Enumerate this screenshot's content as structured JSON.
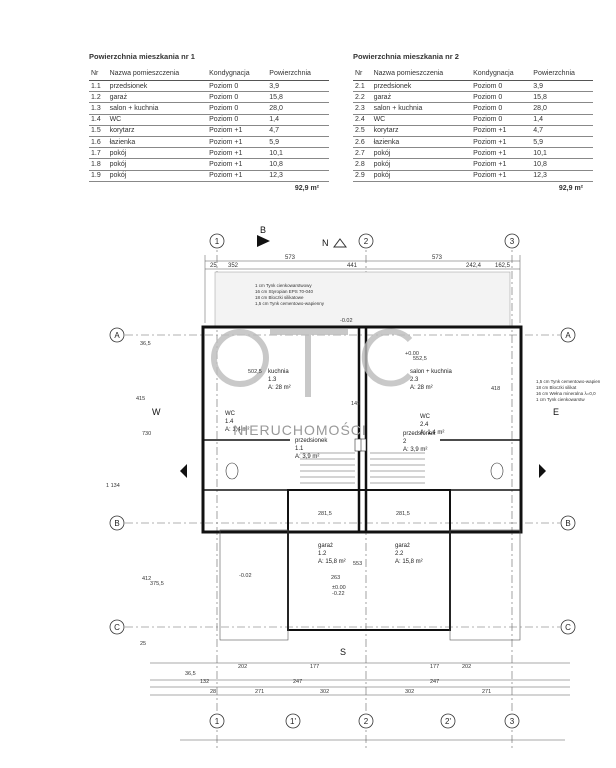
{
  "table1": {
    "title": "Powierzchnia mieszkania nr 1",
    "headers": [
      "Nr",
      "Nazwa pomieszczenia",
      "Kondygnacja",
      "Powierzchnia"
    ],
    "rows": [
      [
        "1.1",
        "przedsionek",
        "Poziom 0",
        "3,9"
      ],
      [
        "1.2",
        "garaż",
        "Poziom 0",
        "15,8"
      ],
      [
        "1.3",
        "salon + kuchnia",
        "Poziom 0",
        "28,0"
      ],
      [
        "1.4",
        "WC",
        "Poziom 0",
        "1,4"
      ],
      [
        "1.5",
        "korytarz",
        "Poziom +1",
        "4,7"
      ],
      [
        "1.6",
        "łazienka",
        "Poziom +1",
        "5,9"
      ],
      [
        "1.7",
        "pokój",
        "Poziom +1",
        "10,1"
      ],
      [
        "1.8",
        "pokój",
        "Poziom +1",
        "10,8"
      ],
      [
        "1.9",
        "pokój",
        "Poziom +1",
        "12,3"
      ]
    ],
    "total": "92,9 m²"
  },
  "table2": {
    "title": "Powierzchnia mieszkania nr 2",
    "headers": [
      "Nr",
      "Nazwa pomieszczenia",
      "Kondygnacja",
      "Powierzchnia"
    ],
    "rows": [
      [
        "2.1",
        "przedsionek",
        "Poziom 0",
        "3,9"
      ],
      [
        "2.2",
        "garaż",
        "Poziom 0",
        "15,8"
      ],
      [
        "2.3",
        "salon + kuchnia",
        "Poziom 0",
        "28,0"
      ],
      [
        "2.4",
        "WC",
        "Poziom 0",
        "1,4"
      ],
      [
        "2.5",
        "korytarz",
        "Poziom +1",
        "4,7"
      ],
      [
        "2.6",
        "łazienka",
        "Poziom +1",
        "5,9"
      ],
      [
        "2.7",
        "pokój",
        "Poziom +1",
        "10,1"
      ],
      [
        "2.8",
        "pokój",
        "Poziom +1",
        "10,8"
      ],
      [
        "2.9",
        "pokój",
        "Poziom +1",
        "12,3"
      ]
    ],
    "total": "92,9 m²"
  },
  "plan": {
    "north": "N",
    "grid_cols": [
      "1",
      "2",
      "3"
    ],
    "grid_rows": [
      "A",
      "B",
      "C"
    ],
    "sub_cols": [
      "1'",
      "2'"
    ],
    "section": [
      "B",
      "W",
      "S",
      "E"
    ],
    "watermark": "NIERUCHOMOŚCI",
    "rooms": [
      {
        "name": "kuchnia",
        "no": "1.3",
        "area": "A: 28 m²"
      },
      {
        "name": "salon + kuchnia",
        "no": "2.3",
        "area": "A: 28 m²"
      },
      {
        "name": "WC",
        "no": "1.4",
        "area": "A: 1,4 m²"
      },
      {
        "name": "przedsionek",
        "no": "1.1",
        "area": "A: 3,9 m²"
      },
      {
        "name": "przedsionek",
        "no": "2",
        "area": "A: 3,9 m²"
      },
      {
        "name": "WC",
        "no": "2.4",
        "area": "A: 1,4 m²"
      },
      {
        "name": "garaż",
        "no": "1.2",
        "area": "A: 15,8 m²"
      },
      {
        "name": "garaż",
        "no": "2.2",
        "area": "A: 15,8 m²"
      }
    ],
    "levels": [
      "±0.00",
      "-0.22",
      "-0.02",
      "+0.00",
      "-0.02"
    ],
    "layers_left": [
      "1 cm Tynk cienkowarstwowy",
      "16 cm Styropian EPS 70-040",
      "18 cm Bloczki silikatowe",
      "1,5 cm Tynk cementowo-wapienny"
    ],
    "layers_right": [
      "1,5 cm Tynk cementowo-wapien",
      "18 cm Bloczki silikat",
      "16 cm Wełna mineralna λ=0,0",
      "1 cm Tynk cienkowarstw"
    ],
    "dims_top": [
      "352",
      "573",
      "441",
      "573",
      "242,4",
      "162,5",
      "25"
    ],
    "dims_bottom": [
      "202",
      "177",
      "177",
      "202",
      "36,5",
      "132",
      "271",
      "247",
      "302",
      "302",
      "247",
      "271",
      "28"
    ],
    "dims_left": [
      "1 134",
      "730",
      "412",
      "375,5",
      "36,5",
      "25",
      "415"
    ],
    "dims_inner": [
      "552,5",
      "502,5",
      "281,5",
      "281,5",
      "263",
      "553",
      "149",
      "418"
    ]
  }
}
